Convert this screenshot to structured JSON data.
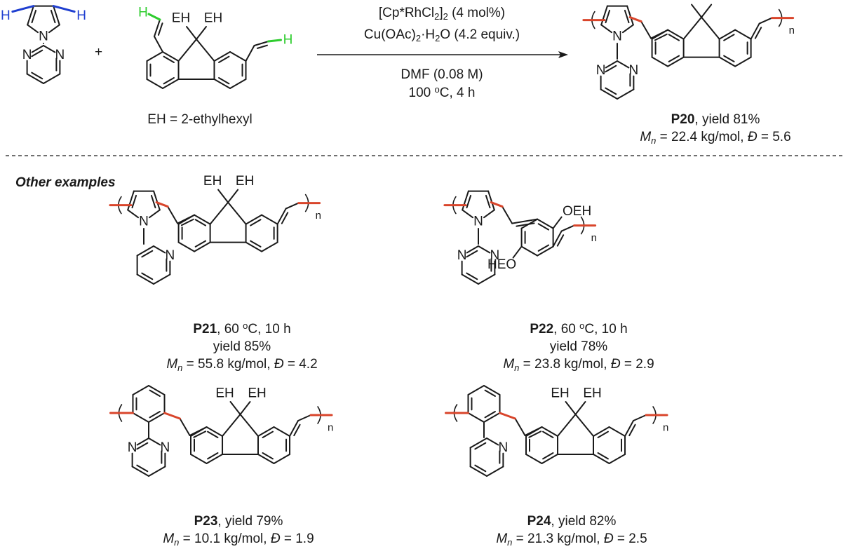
{
  "reaction": {
    "catalyst_pre": "[Cp*RhCl",
    "catalyst_sub": "2",
    "catalyst_mid": "]",
    "catalyst_sub2": "2",
    "catalyst_post": " (4 mol%)",
    "oxidant_pre": "Cu(OAc)",
    "oxidant_sub": "2",
    "oxidant_mid": "·H",
    "oxidant_sub2": "2",
    "oxidant_post": "O (4.2 equiv.)",
    "solvent": "DMF (0.08 M)",
    "temp_pre": "100 ",
    "temp_sup": "o",
    "temp_post": "C, 4 h",
    "plus": "+",
    "eh_definition": "EH = 2-ethylhexyl"
  },
  "atoms": {
    "h": "H",
    "n": "N",
    "eh": "EH",
    "oeh": "OEH",
    "heo": "HEO",
    "n_sub": "n"
  },
  "colors": {
    "blue_h": "#1f3fd0",
    "green_h": "#2ecc2e",
    "red_bond": "#d9452b",
    "ink": "#1a1a1a"
  },
  "section_header": "Other examples",
  "products": [
    {
      "code": "P20",
      "cond": "",
      "yield": ", yield 81%",
      "mn": " = 22.4 kg/mol, ",
      "d": " = 5.6"
    },
    {
      "code": "P21",
      "cond": ", 60 ",
      "cond_sup": "o",
      "cond_post": "C, 10 h",
      "yield": "yield 85%",
      "mn": " = 55.8 kg/mol, ",
      "d": " = 4.2"
    },
    {
      "code": "P22",
      "cond": ", 60 ",
      "cond_sup": "o",
      "cond_post": "C, 10 h",
      "yield": "yield 78%",
      "mn": " = 23.8 kg/mol, ",
      "d": " = 2.9"
    },
    {
      "code": "P23",
      "yield": ", yield 79%",
      "mn": " = 10.1 kg/mol, ",
      "d": " = 1.9"
    },
    {
      "code": "P24",
      "yield": ", yield 82%",
      "mn": " = 21.3 kg/mol, ",
      "d": " = 2.5"
    }
  ],
  "mn_symbol": "M",
  "mn_sub": "n",
  "dispersity_symbol": "Đ"
}
